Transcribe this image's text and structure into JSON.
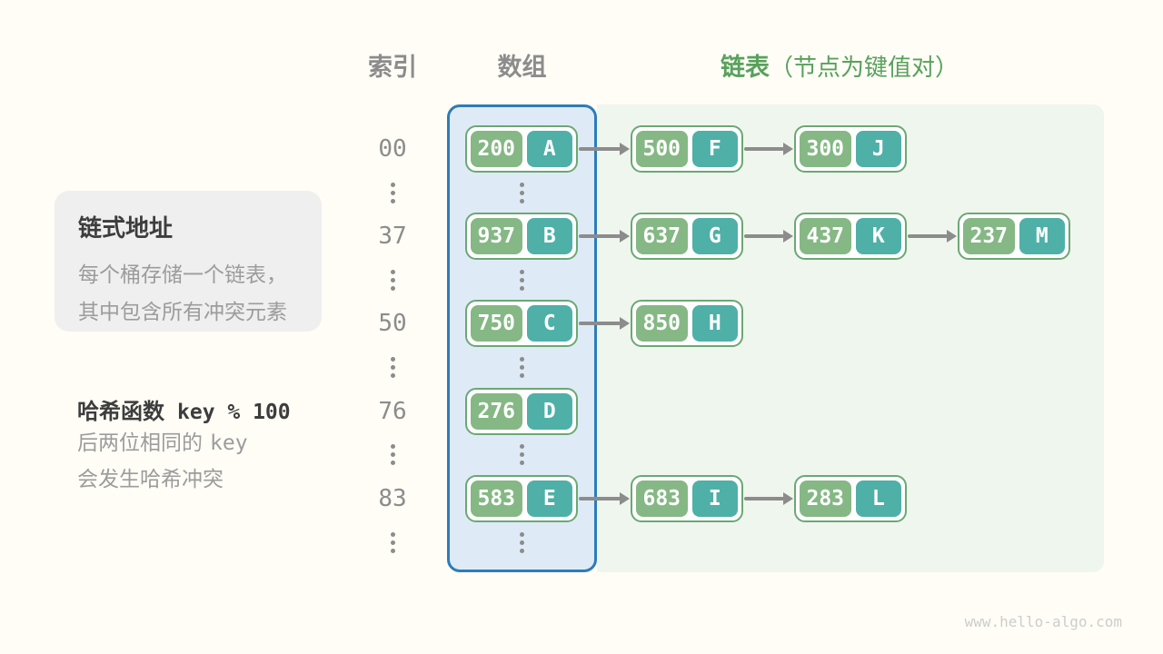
{
  "page": {
    "watermark": "www.hello-algo.com",
    "ellipsis_symbol": "⋮"
  },
  "headers": {
    "index": "索引",
    "array": "数组",
    "list": "链表",
    "list_note": "（节点为键值对）"
  },
  "info_box": {
    "title": "链式地址",
    "lines": [
      "每个桶存储一个链表，",
      "其中包含所有冲突元素"
    ]
  },
  "hash_note": {
    "title_text": "哈希函数",
    "title_code": "key % 100",
    "line1_text": "后两位相同的",
    "line1_code": "key",
    "line2": "会发生哈希冲突"
  },
  "hash_table": {
    "rows": [
      {
        "index": "00",
        "nodes": [
          {
            "key": "200",
            "value": "A"
          },
          {
            "key": "500",
            "value": "F"
          },
          {
            "key": "300",
            "value": "J"
          }
        ]
      },
      {
        "index": "37",
        "nodes": [
          {
            "key": "937",
            "value": "B"
          },
          {
            "key": "637",
            "value": "G"
          },
          {
            "key": "437",
            "value": "K"
          },
          {
            "key": "237",
            "value": "M"
          }
        ]
      },
      {
        "index": "50",
        "nodes": [
          {
            "key": "750",
            "value": "C"
          },
          {
            "key": "850",
            "value": "H"
          }
        ]
      },
      {
        "index": "76",
        "nodes": [
          {
            "key": "276",
            "value": "D"
          }
        ]
      },
      {
        "index": "83",
        "nodes": [
          {
            "key": "583",
            "value": "E"
          },
          {
            "key": "683",
            "value": "I"
          },
          {
            "key": "283",
            "value": "L"
          }
        ]
      }
    ]
  },
  "colors": {
    "page-bg": "#FFFDF6",
    "array-bg": "#DEEBF7",
    "array-border": "#2E7CB8",
    "list-bg": "#EFF6EE",
    "node-border": "#6BA873",
    "node-key-bg": "#85B884",
    "node-value-bg": "#4FB0A8",
    "node-text": "#FFFFFF",
    "arrow": "#8C8C8C",
    "gray-text": "#8C8C8C",
    "light-gray-text": "#9C9C9C",
    "dark-text": "#3D3D3D",
    "green-text": "#58A15C",
    "info-box-bg": "#EFEFEF",
    "watermark-text": "#CDCDCD"
  }
}
